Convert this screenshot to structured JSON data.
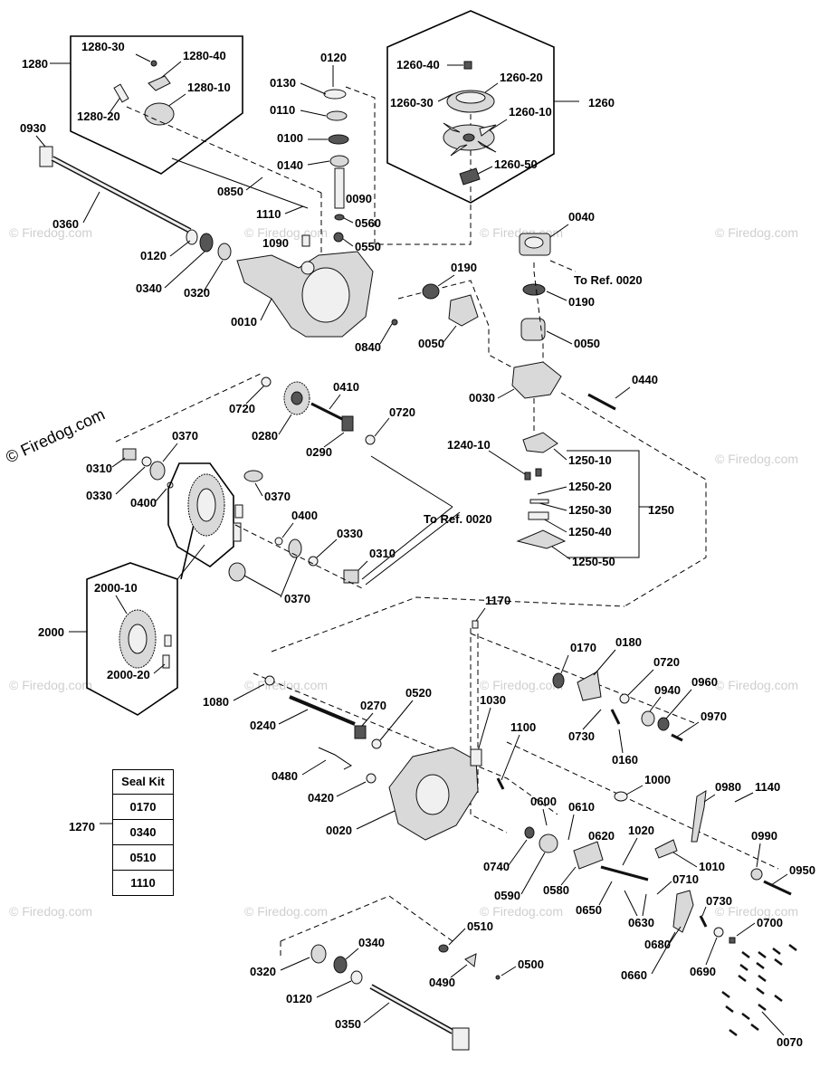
{
  "watermark": "© Firedog.com",
  "seal_kit": {
    "ref": "1270",
    "title": "Seal Kit",
    "items": [
      "0170",
      "0340",
      "0510",
      "1110"
    ]
  },
  "callouts": {
    "c1280": "1280",
    "c1280_30": "1280-30",
    "c1280_40": "1280-40",
    "c1280_10": "1280-10",
    "c1280_20": "1280-20",
    "c0930": "0930",
    "c0360": "0360",
    "c0120a": "0120",
    "c0340a": "0340",
    "c0320a": "0320",
    "c0010": "0010",
    "c0850": "0850",
    "c1110": "1110",
    "c1090": "1090",
    "c0840": "0840",
    "c0120b": "0120",
    "c0130": "0130",
    "c0110": "0110",
    "c0100": "0100",
    "c0140": "0140",
    "c0090": "0090",
    "c0560": "0560",
    "c0550": "0550",
    "c1260": "1260",
    "c1260_40": "1260-40",
    "c1260_20": "1260-20",
    "c1260_30": "1260-30",
    "c1260_10": "1260-10",
    "c1260_50": "1260-50",
    "c0040": "0040",
    "to_ref_1": "To Ref. 0020",
    "c0190a": "0190",
    "c0190b": "0190",
    "c0050a": "0050",
    "c0050b": "0050",
    "c0030": "0030",
    "c0440": "0440",
    "c1240_10": "1240-10",
    "c1250_10": "1250-10",
    "c1250_20": "1250-20",
    "c1250_30": "1250-30",
    "c1250_40": "1250-40",
    "c1250_50": "1250-50",
    "c1250": "1250",
    "c0720a": "0720",
    "c0410": "0410",
    "c0280": "0280",
    "c0290": "0290",
    "c0720b": "0720",
    "c0370a": "0370",
    "c0310a": "0310",
    "c0330a": "0330",
    "c0400a": "0400",
    "c0370b": "0370",
    "to_ref_2": "To Ref. 0020",
    "c0400b": "0400",
    "c0330b": "0330",
    "c0310b": "0310",
    "c0370c": "0370",
    "c2000": "2000",
    "c2000_10": "2000-10",
    "c2000_20": "2000-20",
    "c1170": "1170",
    "c0170": "0170",
    "c0180": "0180",
    "c0720c": "0720",
    "c0960": "0960",
    "c0940": "0940",
    "c0970": "0970",
    "c0730a": "0730",
    "c0160": "0160",
    "c1080": "1080",
    "c0270": "0270",
    "c0520": "0520",
    "c0240": "0240",
    "c1030": "1030",
    "c1100": "1100",
    "c0480": "0480",
    "c0420": "0420",
    "c0020": "0020",
    "c1000": "1000",
    "c0980": "0980",
    "c1140": "1140",
    "c0600": "0600",
    "c0610": "0610",
    "c0620": "0620",
    "c1020": "1020",
    "c1010": "1010",
    "c0990": "0990",
    "c0950": "0950",
    "c0740": "0740",
    "c0590": "0590",
    "c0580": "0580",
    "c0650": "0650",
    "c0630": "0630",
    "c0710": "0710",
    "c0730b": "0730",
    "c0680": "0680",
    "c0700": "0700",
    "c0660": "0660",
    "c0690": "0690",
    "c0510": "0510",
    "c0340b": "0340",
    "c0320b": "0320",
    "c0120c": "0120",
    "c0490": "0490",
    "c0500": "0500",
    "c0350": "0350",
    "c0070": "0070"
  }
}
